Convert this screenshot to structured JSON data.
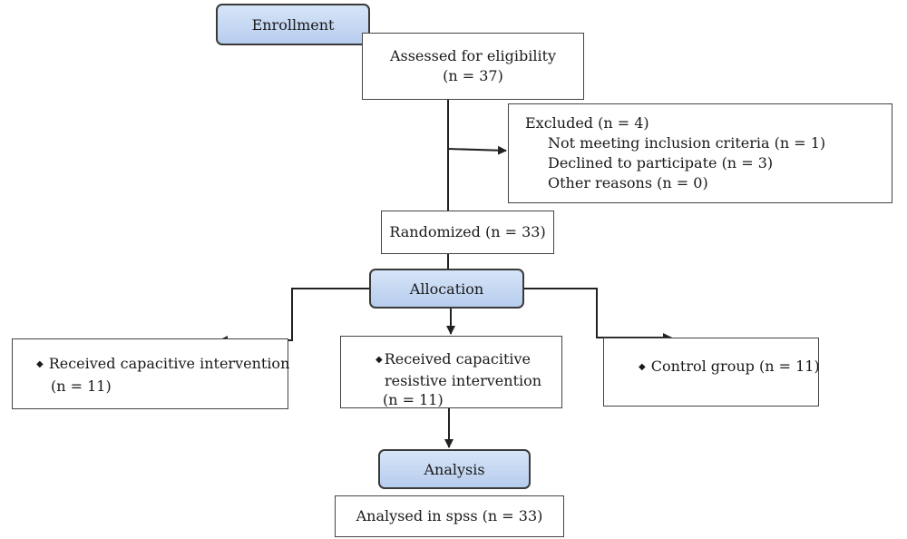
{
  "stages": {
    "enrollment": "Enrollment",
    "allocation": "Allocation",
    "analysis": "Analysis"
  },
  "assessed": {
    "line1": "Assessed for eligibility",
    "line2": "(n = 37)"
  },
  "excluded": {
    "title": "Excluded (n = 4)",
    "reasons": [
      "Not meeting inclusion criteria (n = 1)",
      "Declined to participate (n = 3)",
      "Other reasons (n = 0)"
    ]
  },
  "randomized": "Randomized (n = 33)",
  "arms": {
    "capacitive": {
      "line1": "Received capacitive intervention",
      "line2": "(n = 11)"
    },
    "capacitive_resistive": {
      "line1": "Received capacitive",
      "line2": "resistive intervention",
      "line3": "(n = 11)"
    },
    "control": {
      "line1": "Control group (n = 11)"
    }
  },
  "analysed": "Analysed in spss (n = 33)",
  "colors": {
    "stage_fill": "#c6d8f2",
    "border": "#444444"
  }
}
